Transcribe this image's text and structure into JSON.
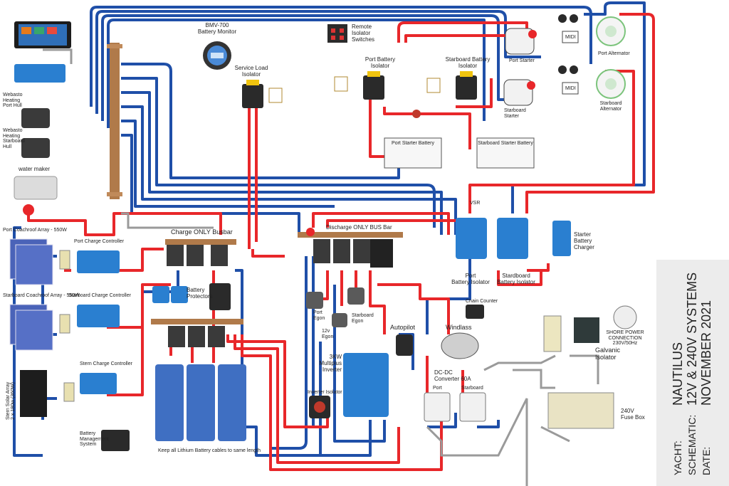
{
  "labels": {
    "bmv": "BMV-700\nBattery Monitor",
    "remote": "Remote\nIsolator\nSwitches",
    "service_load": "Service Load\nIsolator",
    "port_batt_iso": "Port Battery\nIsolator",
    "stbd_batt_iso": "Starboard Battery\nIsolator",
    "port_starter": "Port Starter",
    "stbd_starter": "Starboard\nStarter",
    "port_alt": "Port  Alternator",
    "stbd_alt": "Starboard\nAlternator",
    "webasto_port": "Webasto\nHeating\nPort Hull",
    "webasto_stbd": "Webasto\nHeating\nStarboard\nHull",
    "water_maker": "water maker",
    "port_array": "Port Coachroof Array - 550W",
    "stbd_array": "Starboard Coachroof Array - 550W",
    "stern_array": "Stern Solar Array\n2 x 180w (360W)",
    "port_cc": "Port Charge Controller",
    "stbd_cc": "Starboard Charge Controller",
    "stern_cc": "Stern Charge Controller",
    "charge_bus": "Charge ONLY Busbar",
    "discharge_bus": "Discharge ONLY BUS Bar",
    "battery_protectors": "Battery\nProtectors",
    "port_starter_batt": "Port Starter Battery",
    "stbd_starter_batt": "Starboard Starter Battery",
    "port_isolator": "Port\nBattery Isolator",
    "stbd_isolator": "Stardboard\nBattery Isolator",
    "starter_charger": "Starter\nBattery\nCharger",
    "port_egon": "Port\nEgon",
    "stbd_egon": "Starboard\nEgon",
    "egon_12v": "12v\nEgon",
    "autopilot": "Autopilot",
    "windlass": "Windlass",
    "chain_counter": "Chain Counter",
    "multiplus": "3KW\nMultiplus\nInverter",
    "inverter_isolator": "Inverter Isolator",
    "dcdc": "DC-DC\nConverter 60A",
    "dcdc_port": "Port",
    "dcdc_stbd": "Starboard",
    "shore_power": "SHORE POWER\nCONNECTION\n230V/50Hz",
    "galvanic": "Galvanic\nIsolator",
    "fuse_box": "240V\nFuse Box",
    "bms": "Battery\nManagement\nSystem",
    "lithium_note": "Keep all Lithium Battery cables to same length",
    "midi": "MIDI",
    "vsr": "VSR"
  },
  "title_block": {
    "yacht_label": "YACHT:",
    "yacht_value": "NAUTILUS",
    "schematic_label": "SCHEMATIC:",
    "schematic_value": "12V & 240V SYSTEMS",
    "date_label": "DATE:",
    "date_value": "NOVEMBER 2021"
  },
  "colors": {
    "positive": "#e8272a",
    "negative": "#1f4fa8",
    "victron_blue": "#2a7fd0",
    "grey_cable": "#8a8a8a",
    "title_bg": "#ececec"
  }
}
